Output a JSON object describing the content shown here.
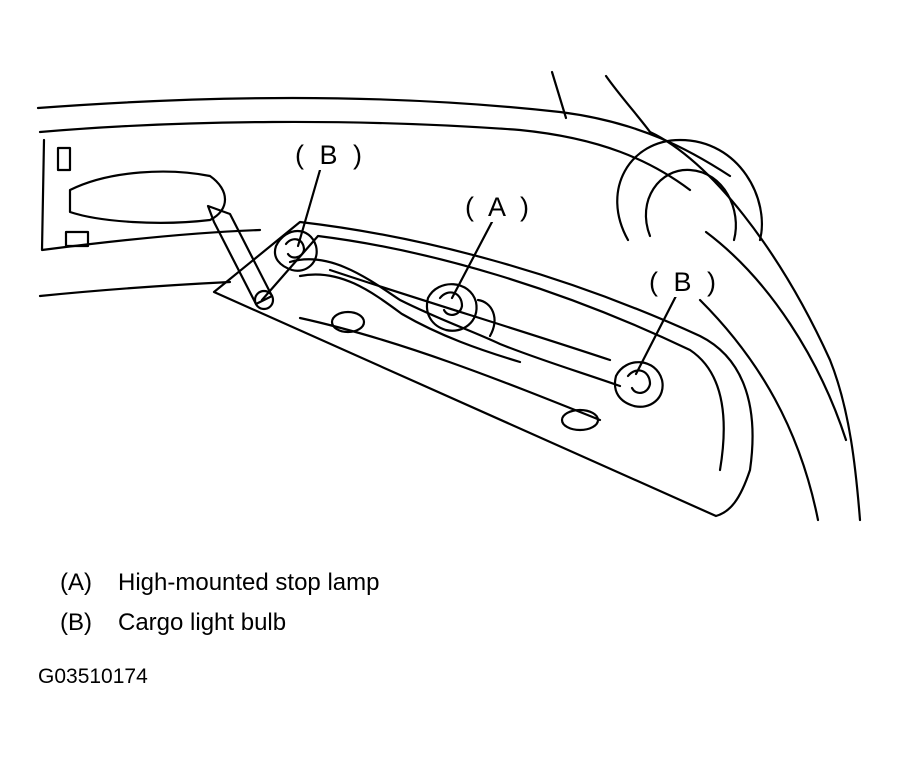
{
  "callouts": [
    {
      "label": "( B )",
      "target": "cargo-light-bulb-left"
    },
    {
      "label": "( A )",
      "target": "high-mounted-stop-lamp"
    },
    {
      "label": "( B )",
      "target": "cargo-light-bulb-right"
    }
  ],
  "legend": [
    {
      "key": "(A)",
      "text": "High-mounted stop lamp"
    },
    {
      "key": "(B)",
      "text": "Cargo light bulb"
    }
  ],
  "figure_id": "G03510174"
}
